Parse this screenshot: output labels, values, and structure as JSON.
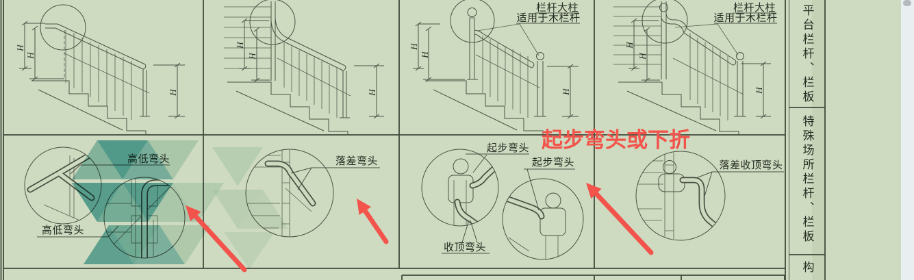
{
  "page": {
    "red_annotation": "起步弯头或下折",
    "colors": {
      "page_bg": "#cedbc0",
      "line": "#4a5143",
      "red_accent": "#f2544c",
      "watermark_teal": "#2e989b",
      "viewer_bg": "#e9eef0"
    }
  },
  "sidebar": {
    "tabs": [
      {
        "label": "平台栏杆、栏板"
      },
      {
        "label": "特殊场所栏杆、栏板"
      },
      {
        "label": "构"
      }
    ]
  },
  "panels": {
    "top": [
      {
        "name": "stair-railing-elevation-1",
        "dim_labels": [
          "H",
          "H",
          "H"
        ]
      },
      {
        "name": "stair-railing-elevation-2",
        "dim_labels": [
          "H",
          "H",
          "H"
        ]
      },
      {
        "name": "stair-railing-elevation-3",
        "dim_labels": [
          "H",
          "H",
          "H"
        ],
        "callouts": [
          "栏杆大柱",
          "适用于木栏杆"
        ]
      },
      {
        "name": "stair-railing-elevation-4",
        "dim_labels": [
          "H",
          "H",
          "H"
        ],
        "callouts": [
          "栏杆大柱",
          "适用于木栏杆"
        ]
      }
    ],
    "bottom": [
      {
        "name": "detail-high-low-elbow",
        "labels": [
          "高低弯头",
          "高低弯头"
        ]
      },
      {
        "name": "detail-drop-elbow",
        "labels": [
          "落差弯头"
        ]
      },
      {
        "name": "detail-start-elbow",
        "labels": [
          "起步弯头",
          "起步弯头",
          "收顶弯头"
        ]
      },
      {
        "name": "detail-drop-top-elbow",
        "labels": [
          "落差收顶弯头"
        ]
      }
    ]
  }
}
